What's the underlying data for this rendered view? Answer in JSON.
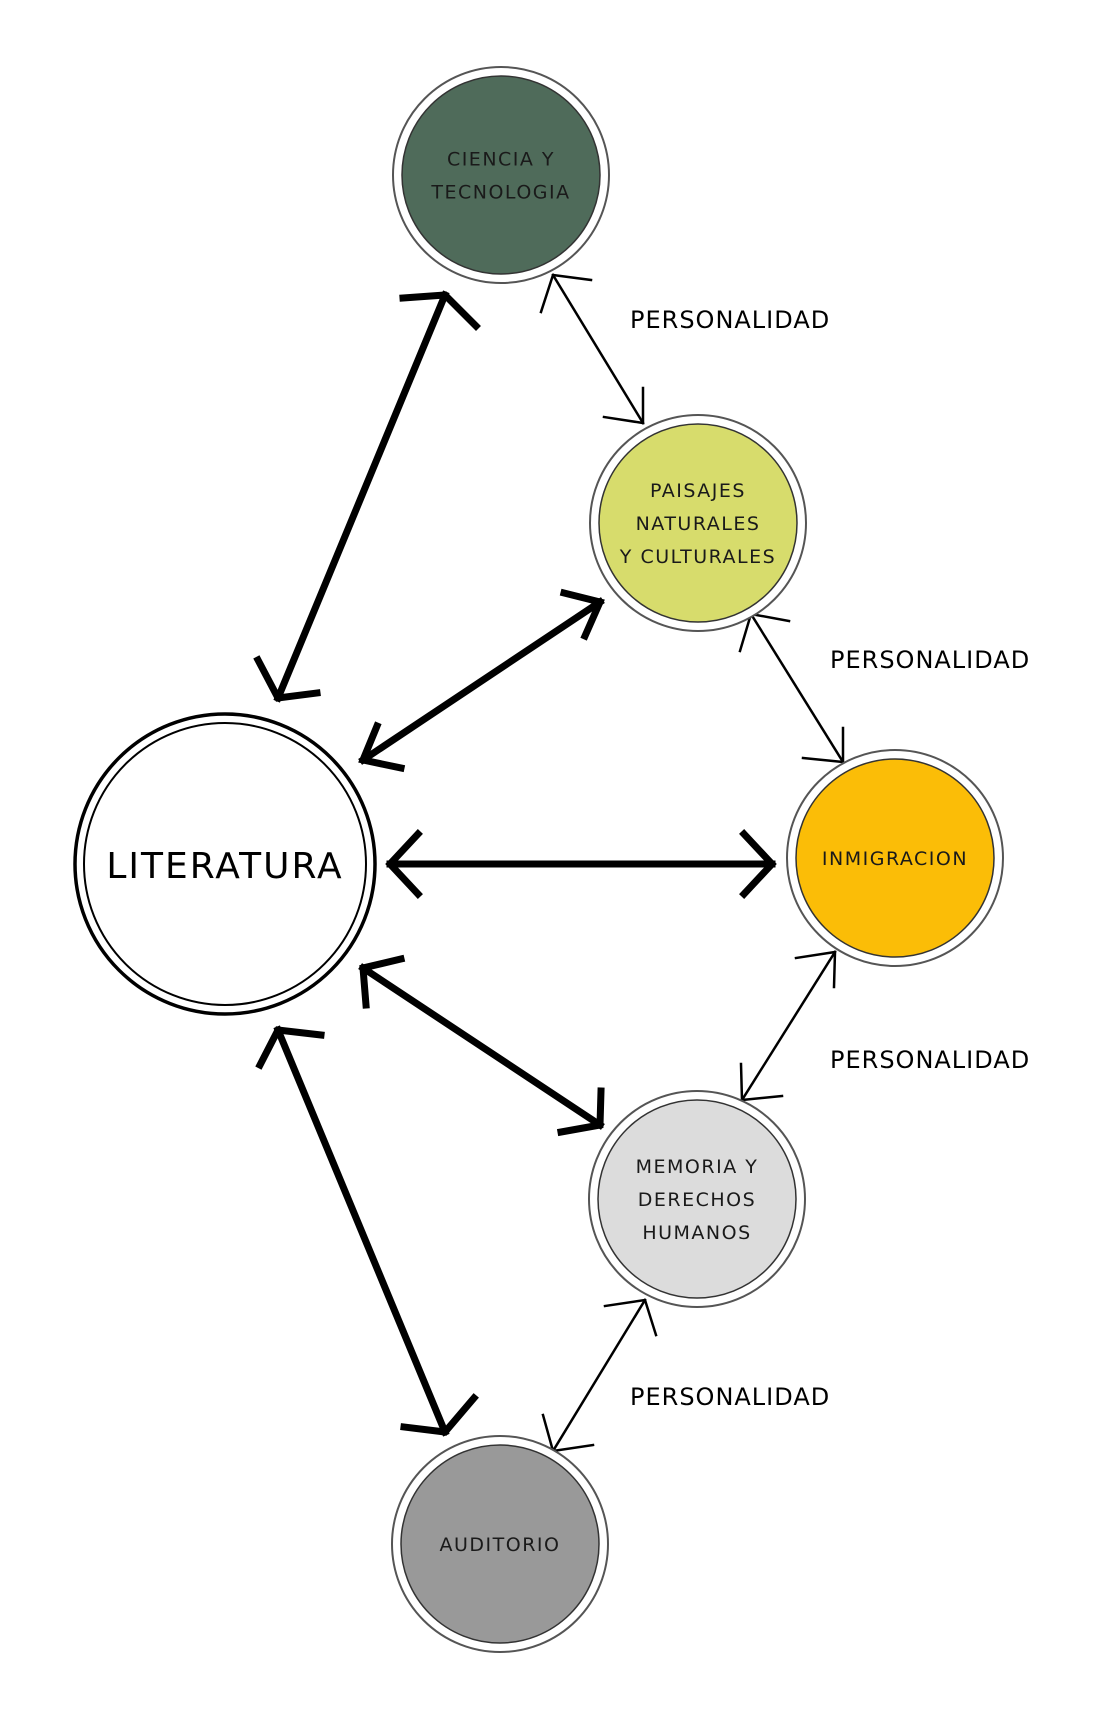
{
  "center": {
    "label": "LITERATURA",
    "fill": "#ffffff"
  },
  "nodes": [
    {
      "id": "ciencia",
      "lines": [
        "CIENCIA Y",
        "TECNOLOGIA"
      ],
      "fill": "#4f6b5a"
    },
    {
      "id": "paisajes",
      "lines": [
        "PAISAJES",
        "NATURALES",
        "Y CULTURALES"
      ],
      "fill": "#d7dc6c"
    },
    {
      "id": "inmigracion",
      "lines": [
        "INMIGRACION"
      ],
      "fill": "#fbbd07"
    },
    {
      "id": "memoria",
      "lines": [
        "MEMORIA Y",
        "DERECHOS",
        "HUMANOS"
      ],
      "fill": "#dcdcdc"
    },
    {
      "id": "auditorio",
      "lines": [
        "AUDITORIO"
      ],
      "fill": "#999999"
    }
  ],
  "links": [
    {
      "label": "PERSONALIDAD"
    },
    {
      "label": "PERSONALIDAD"
    },
    {
      "label": "PERSONALIDAD"
    },
    {
      "label": "PERSONALIDAD"
    }
  ]
}
